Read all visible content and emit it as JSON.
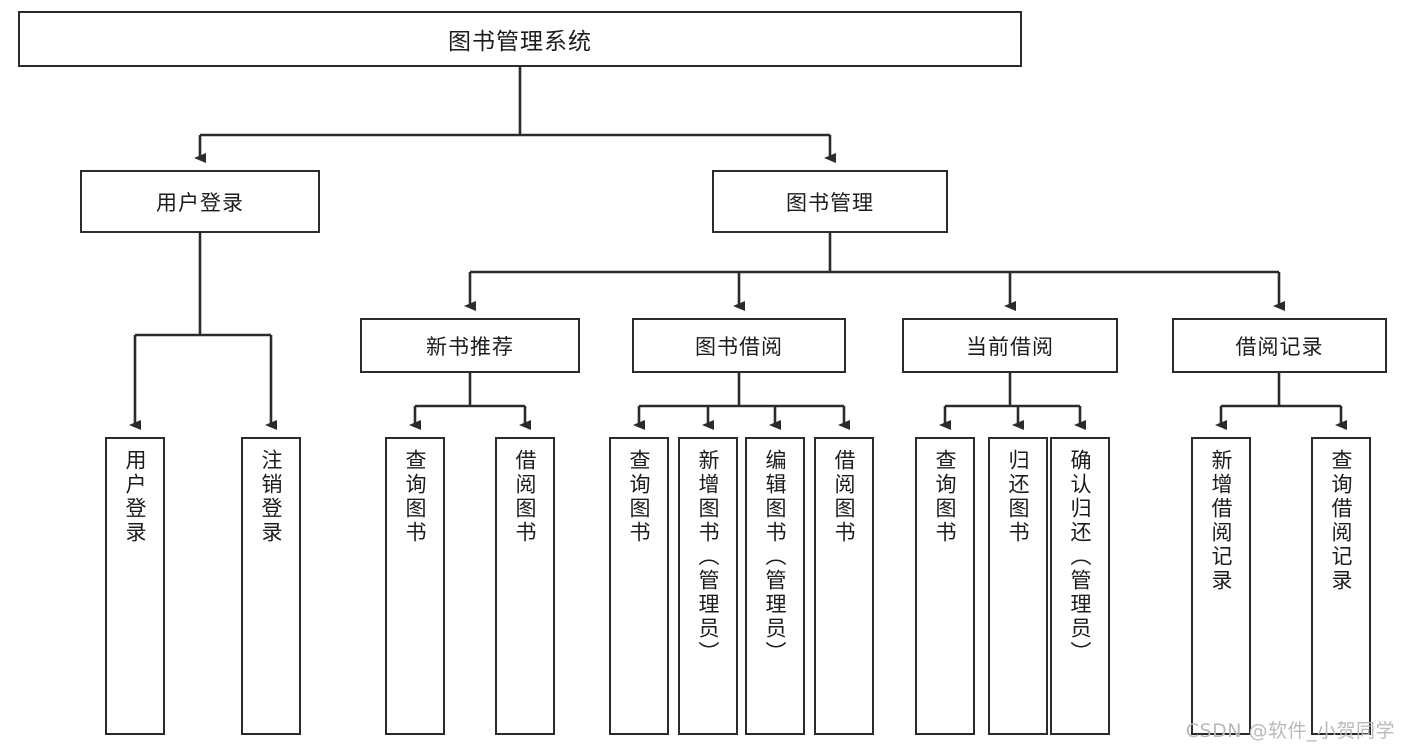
{
  "diagram": {
    "title": "图书管理系统",
    "type": "function-structure-tree",
    "colors": {
      "box_border": "#2b2b2b",
      "box_fill": "#ffffff",
      "edge": "#2b2b2b",
      "text": "#1c1c1c",
      "watermark": "#b9b9b9"
    },
    "root": {
      "label": "图书管理系统"
    },
    "level1": [
      {
        "label": "用户登录"
      },
      {
        "label": "图书管理"
      }
    ],
    "level2": [
      {
        "label": "新书推荐"
      },
      {
        "label": "图书借阅"
      },
      {
        "label": "当前借阅"
      },
      {
        "label": "借阅记录"
      }
    ],
    "leaves": {
      "user_login": [
        {
          "label": "用户登录"
        },
        {
          "label": "注销登录"
        }
      ],
      "new_book_recommend": [
        {
          "label": "查询图书"
        },
        {
          "label": "借阅图书"
        }
      ],
      "book_borrow": [
        {
          "label": "查询图书"
        },
        {
          "label": "新增图书（管理员）"
        },
        {
          "label": "编辑图书（管理员）"
        },
        {
          "label": "借阅图书"
        }
      ],
      "current_borrow": [
        {
          "label": "查询图书"
        },
        {
          "label": "归还图书"
        },
        {
          "label": "确认归还（管理员）"
        }
      ],
      "borrow_record": [
        {
          "label": "新增借阅记录"
        },
        {
          "label": "查询借阅记录"
        }
      ]
    }
  },
  "watermark": {
    "text": "CSDN @软件_小贺同学"
  }
}
